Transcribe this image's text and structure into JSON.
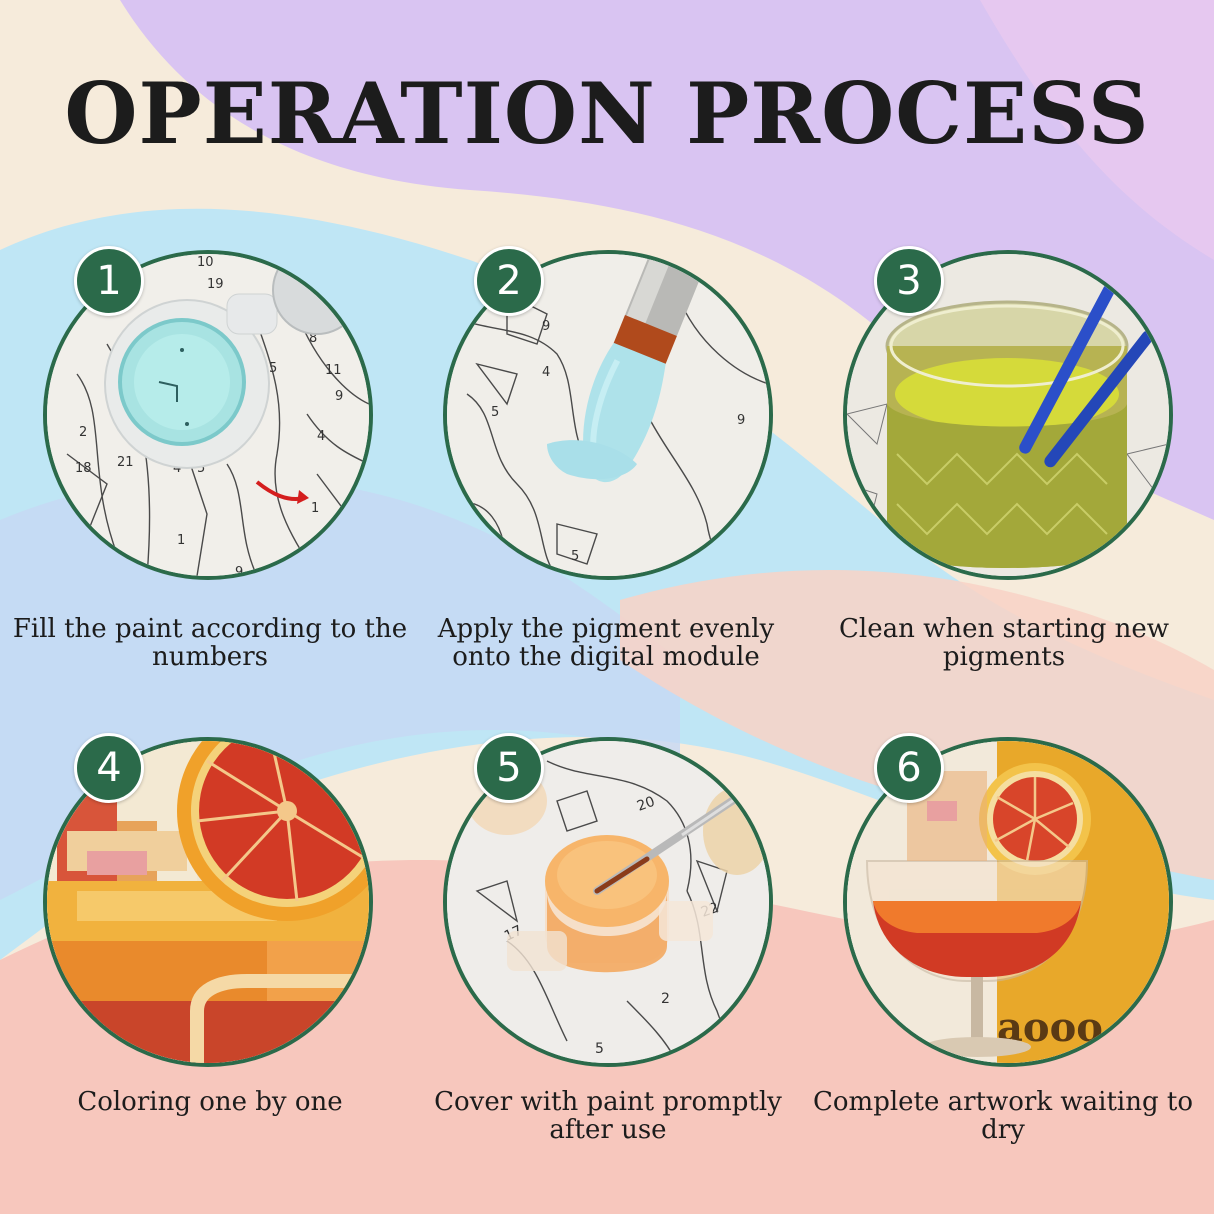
{
  "title": "OPERATION PROCESS",
  "steps": [
    {
      "number": "1",
      "caption": "Fill the paint according to the numbers"
    },
    {
      "number": "2",
      "caption": "Apply the pigment evenly onto the digital module"
    },
    {
      "number": "3",
      "caption": "Clean when starting new pigments"
    },
    {
      "number": "4",
      "caption": "Coloring one by one"
    },
    {
      "number": "5",
      "caption": "Cover with paint promptly after use"
    },
    {
      "number": "6",
      "caption": "Complete artwork waiting to dry"
    }
  ],
  "photo_labels": {
    "step1": [
      "10",
      "19",
      "8",
      "5",
      "11",
      "9",
      "2",
      "21",
      "4",
      "5",
      "4",
      "18",
      "1",
      "1",
      "9"
    ],
    "step2": [
      "9",
      "4",
      "5",
      "9",
      "5"
    ],
    "step5": [
      "20",
      "17",
      "22",
      "2",
      "5"
    ],
    "step6": "aooo"
  },
  "colors": {
    "accent_green": "#2b6a4a",
    "text": "#1c1c1c"
  }
}
